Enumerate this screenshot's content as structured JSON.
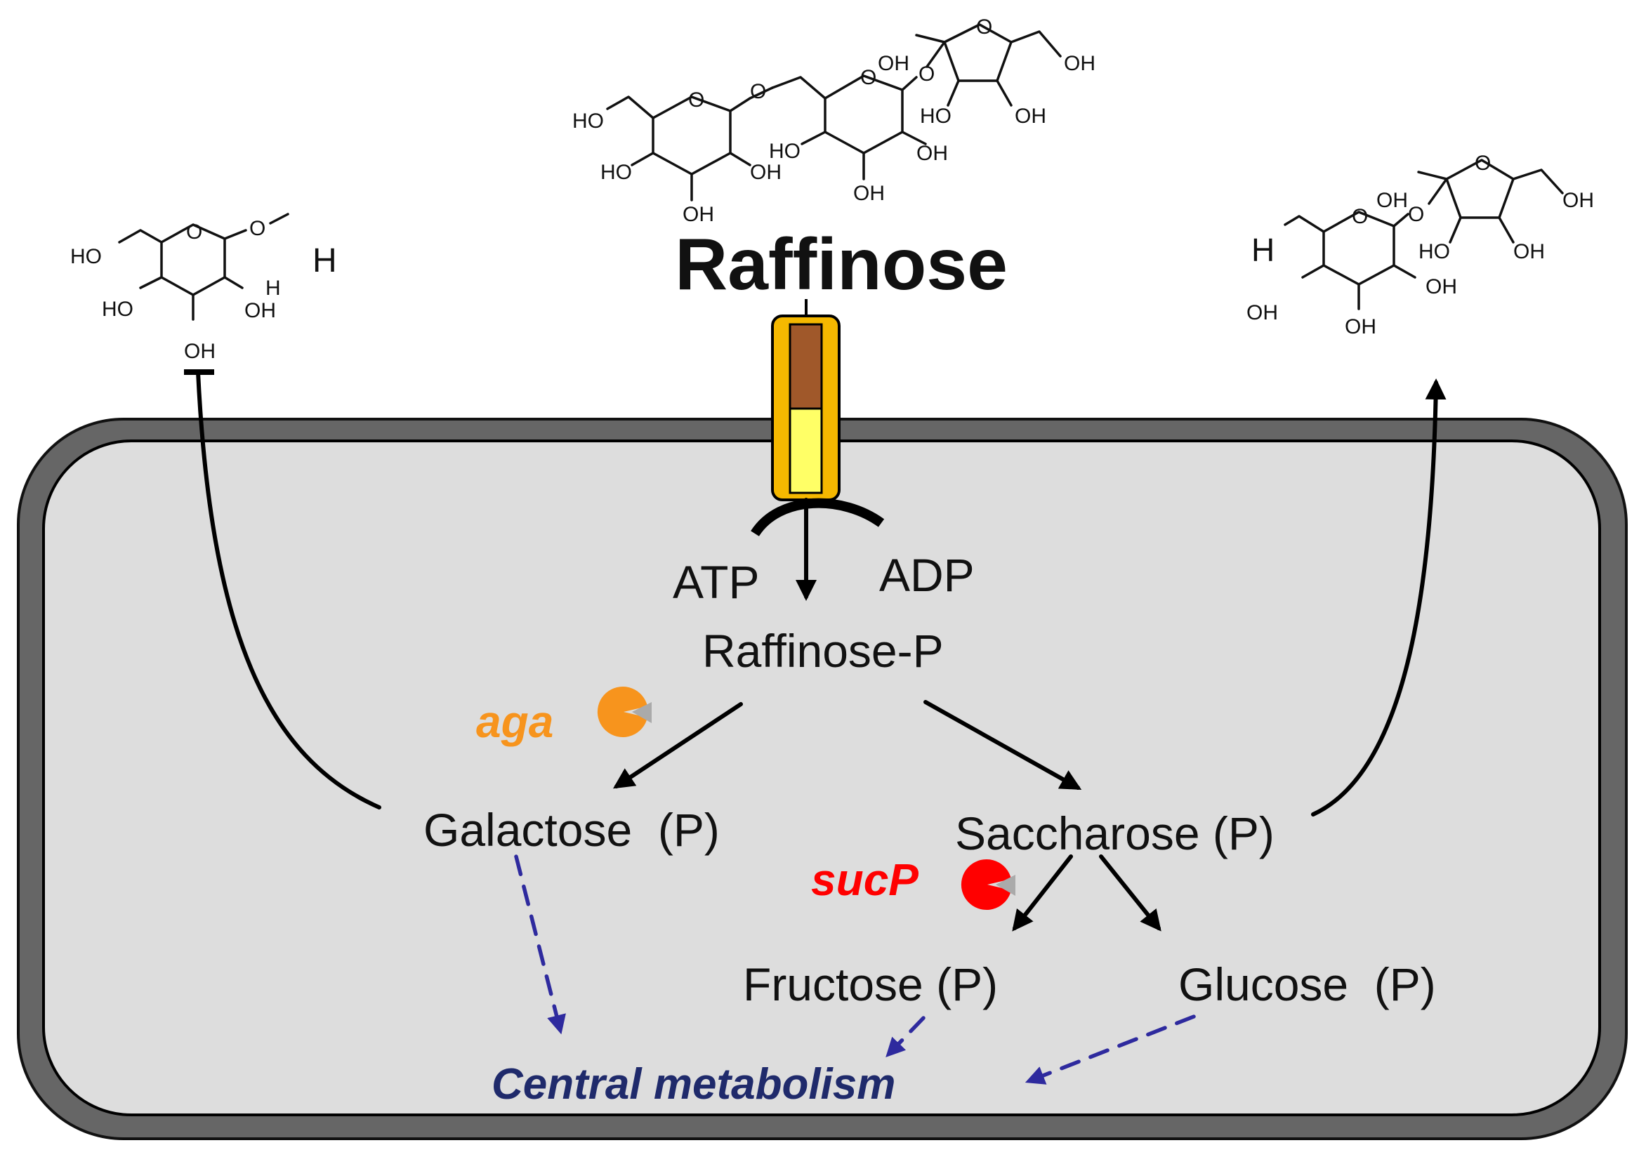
{
  "title": "Raffinose",
  "energy": {
    "atp": "ATP",
    "adp": "ADP"
  },
  "metabolites": {
    "raffinose_p": "Raffinose-P",
    "galactose": "Galactose  (P)",
    "saccharose": "Saccharose (P)",
    "fructose": "Fructose (P)",
    "glucose": "Glucose  (P)",
    "central": "Central metabolism"
  },
  "genes": {
    "aga": {
      "label": "aga",
      "color": "#f7941d"
    },
    "sucP": {
      "label": "sucP",
      "color": "#ff0000"
    }
  },
  "atoms": {
    "oh": "OH",
    "ho": "HO",
    "o": "O",
    "h": "H"
  },
  "colors": {
    "cell_fill": "#dddddd",
    "cell_border": "#666666",
    "transporter_yellow": "#ffff66",
    "transporter_brown": "#a0582a",
    "transporter_frame": "#f5b800",
    "dashed_arrow": "#2e2a9e",
    "central_text": "#1f2a6b"
  }
}
